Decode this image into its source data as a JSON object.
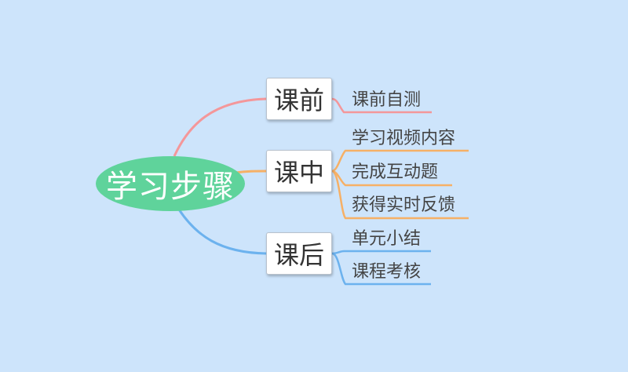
{
  "root": {
    "label": "学习步骤"
  },
  "branches": [
    {
      "label": "课前",
      "color": "#f4979a",
      "children": [
        "课前自测"
      ]
    },
    {
      "label": "课中",
      "color": "#f6b066",
      "children": [
        "学习视频内容",
        "完成互动题",
        "获得实时反馈"
      ]
    },
    {
      "label": "课后",
      "color": "#6cb2ee",
      "children": [
        "单元小结",
        "课程考核"
      ]
    }
  ]
}
